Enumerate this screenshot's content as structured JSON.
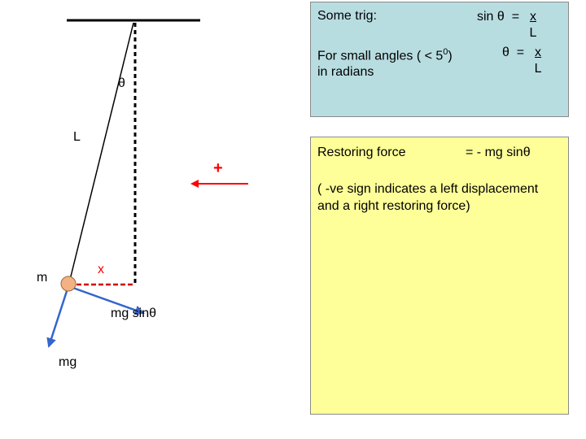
{
  "colors": {
    "trig_panel_bg": "#b8dde1",
    "force_panel_bg": "#ffff99",
    "red": "#ff0000",
    "arrow_blue": "#3366cc",
    "bob_fill": "#f4b183"
  },
  "pendulum": {
    "theta_label": "θ",
    "length_label": "L",
    "mass_label": "m",
    "displacement_label": "x",
    "plus_sign": "+",
    "component_label": "mg sinθ",
    "weight_label": "mg"
  },
  "trig_panel": {
    "heading": "Some trig:",
    "sin_lhs": "sin θ  =",
    "sin_numerator": "x",
    "sin_denominator": "L",
    "small_angle_line1": "For small angles ( < 5",
    "small_angle_sup": "0",
    "small_angle_close": ")",
    "small_angle_line2": "in radians",
    "theta_lhs": "θ  =",
    "theta_numerator": "x",
    "theta_denominator": "L"
  },
  "force_panel": {
    "heading": "Restoring force",
    "equation": "= - mg sinθ",
    "note_line1": "( -ve sign indicates a left displacement",
    "note_line2": "and a right restoring force)"
  }
}
